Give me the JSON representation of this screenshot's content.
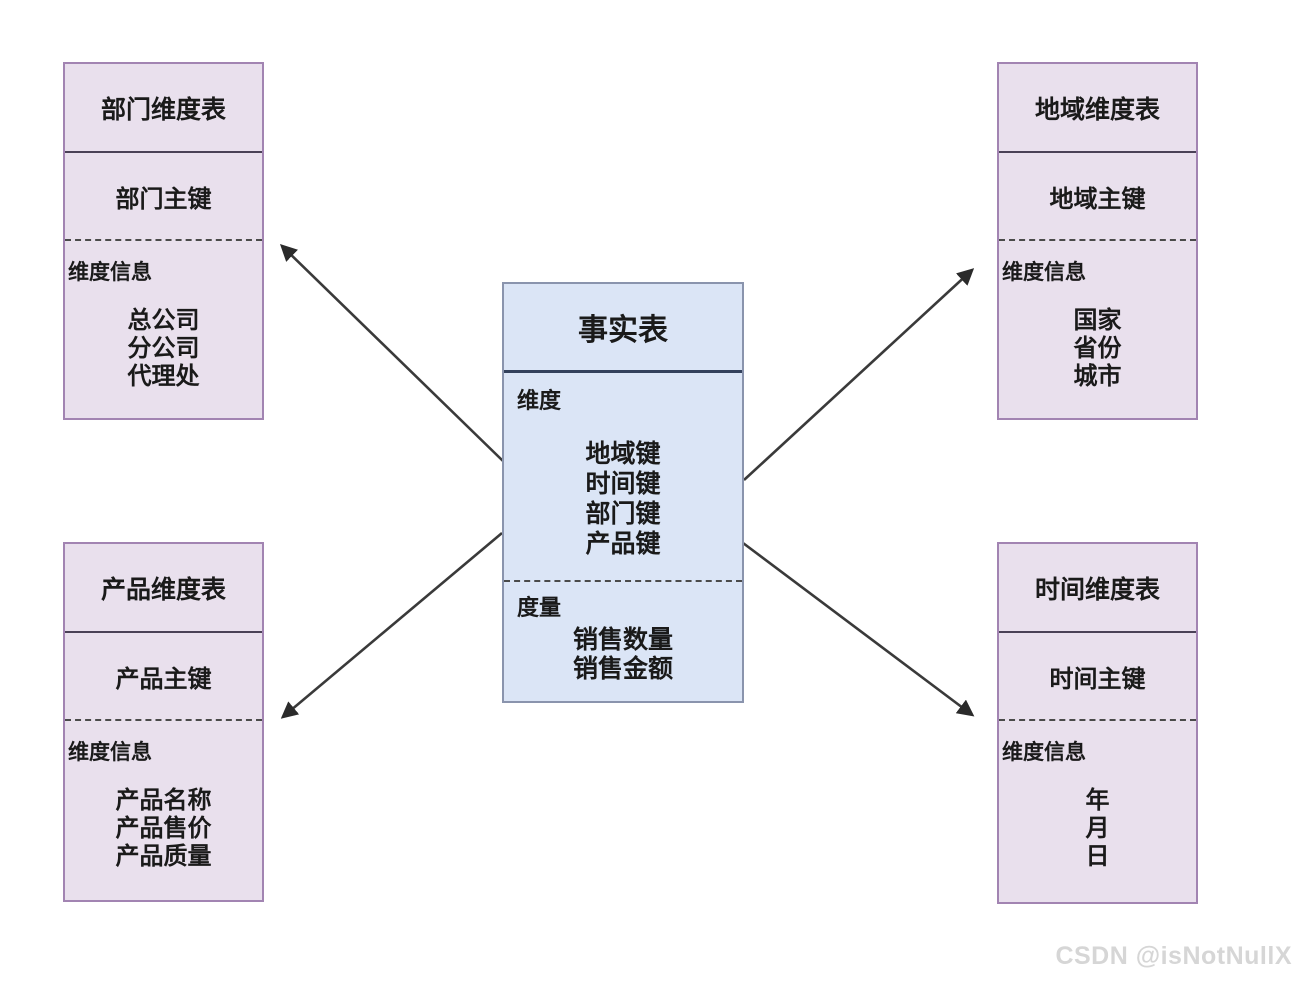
{
  "diagram": {
    "type": "star-schema",
    "fact_table": {
      "title": "事实表",
      "dimension_section_label": "维度",
      "dimension_keys": [
        "地域键",
        "时间键",
        "部门键",
        "产品键"
      ],
      "measure_section_label": "度量",
      "measures": [
        "销售数量",
        "销售金额"
      ]
    },
    "dimension_tables": [
      {
        "title": "部门维度表",
        "primary_key": "部门主键",
        "info_label": "维度信息",
        "attributes": [
          "总公司",
          "分公司",
          "代理处"
        ]
      },
      {
        "title": "地域维度表",
        "primary_key": "地域主键",
        "info_label": "维度信息",
        "attributes": [
          "国家",
          "省份",
          "城市"
        ]
      },
      {
        "title": "产品维度表",
        "primary_key": "产品主键",
        "info_label": "维度信息",
        "attributes": [
          "产品名称",
          "产品售价",
          "产品质量"
        ]
      },
      {
        "title": "时间维度表",
        "primary_key": "时间主键",
        "info_label": "维度信息",
        "attributes": [
          "年",
          "月",
          "日"
        ]
      }
    ],
    "connections": [
      {
        "from": "fact-table",
        "to": "department-dimension-table",
        "direction": "up-left"
      },
      {
        "from": "fact-table",
        "to": "region-dimension-table",
        "direction": "up-right"
      },
      {
        "from": "fact-table",
        "to": "product-dimension-table",
        "direction": "down-left"
      },
      {
        "from": "fact-table",
        "to": "time-dimension-table",
        "direction": "down-right"
      }
    ],
    "colors": {
      "fact_fill": "#dbe5f6",
      "fact_border": "#8a94ad",
      "dimension_fill": "#e9e0ed",
      "dimension_border": "#a284b2",
      "arrow": "#333333",
      "text": "#1a1a1a",
      "watermark": "#d6d6d6"
    }
  },
  "watermark": "CSDN @isNotNullX"
}
